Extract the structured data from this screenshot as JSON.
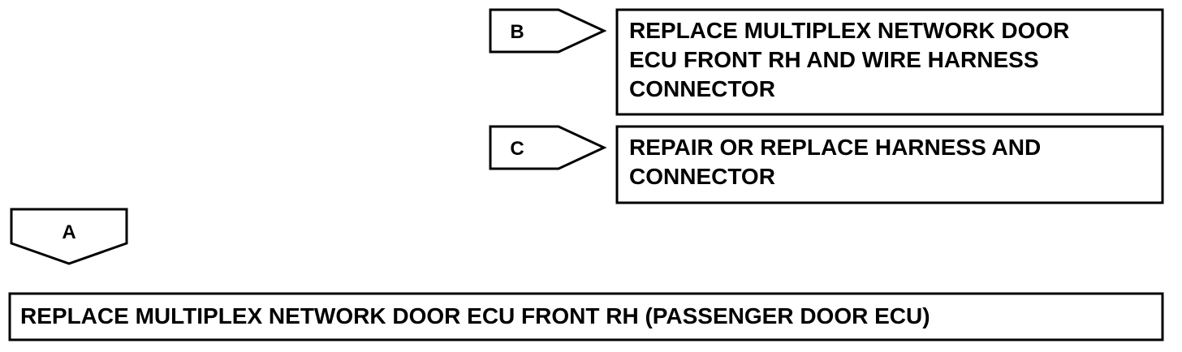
{
  "branch_b": {
    "tag": "B",
    "result_lines": [
      "REPLACE MULTIPLEX NETWORK DOOR",
      "ECU FRONT RH AND WIRE HARNESS",
      "CONNECTOR"
    ]
  },
  "branch_c": {
    "tag": "C",
    "result_lines": [
      "REPAIR OR REPLACE HARNESS AND",
      "CONNECTOR"
    ]
  },
  "branch_a": {
    "tag": "A",
    "result_line": "REPLACE MULTIPLEX NETWORK DOOR ECU FRONT RH (PASSENGER DOOR ECU)"
  }
}
